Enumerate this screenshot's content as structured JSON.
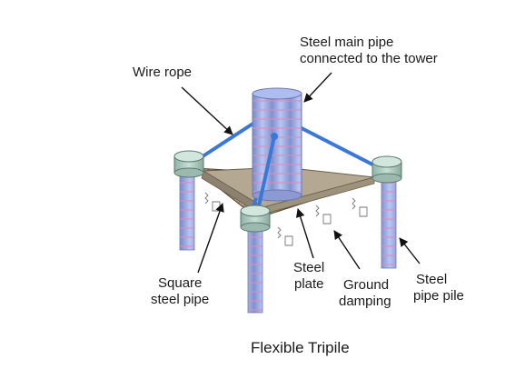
{
  "labels": {
    "main_pipe_1": "Steel main pipe",
    "main_pipe_2": "connected to the tower",
    "wire_rope": "Wire rope",
    "square_pipe_1": "Square",
    "square_pipe_2": "steel pipe",
    "steel_plate_1": "Steel",
    "steel_plate_2": "plate",
    "ground_damping_1": "Ground",
    "ground_damping_2": "damping",
    "pipe_pile_1": "Steel",
    "pipe_pile_2": "pipe pile"
  },
  "caption": "Flexible Tripile",
  "colors": {
    "pipe": "#a7b8ea",
    "pipe_stripe": "#e77fb5",
    "cap": "#a7c8bc",
    "plate": "#b6a98d",
    "rope": "#3a78d8"
  }
}
